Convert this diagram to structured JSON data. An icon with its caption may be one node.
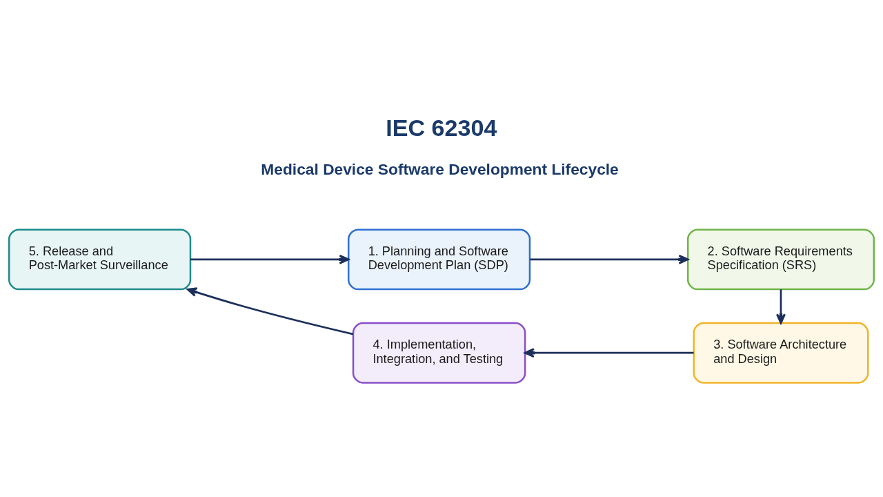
{
  "diagram": {
    "title": "IEC 62304",
    "nodes": [
      {
        "text": [
          "1. Planning and Software Development Plan (SDP)"
        ]
      },
      {
        "text": [
          "2. Software Requirements Specification (SRS)"
        ]
      },
      {
        "text": [
          "3. Software Architecture and Design"
        ]
      },
      {
        "text": [
          "4. Implementation, Integration, and Testing"
        ]
      },
      {
        "text": [
          "5. Release and Post-Market Surveillance"
        ]
      }
    ],
    "edges": [
      {
        "from": 4,
        "to": 0,
        "arrow": "to"
      },
      {
        "from": 0,
        "to": 1,
        "arrow": "to"
      },
      {
        "from": 1,
        "to": 2,
        "arrow": "to"
      },
      {
        "from": 2,
        "to": 3,
        "arrow": "to"
      },
      {
        "from": 3,
        "to": 4,
        "arrow": "to"
      }
    ],
    "labels": [
      "Medical Device Software Development Lifecycle"
    ]
  }
}
